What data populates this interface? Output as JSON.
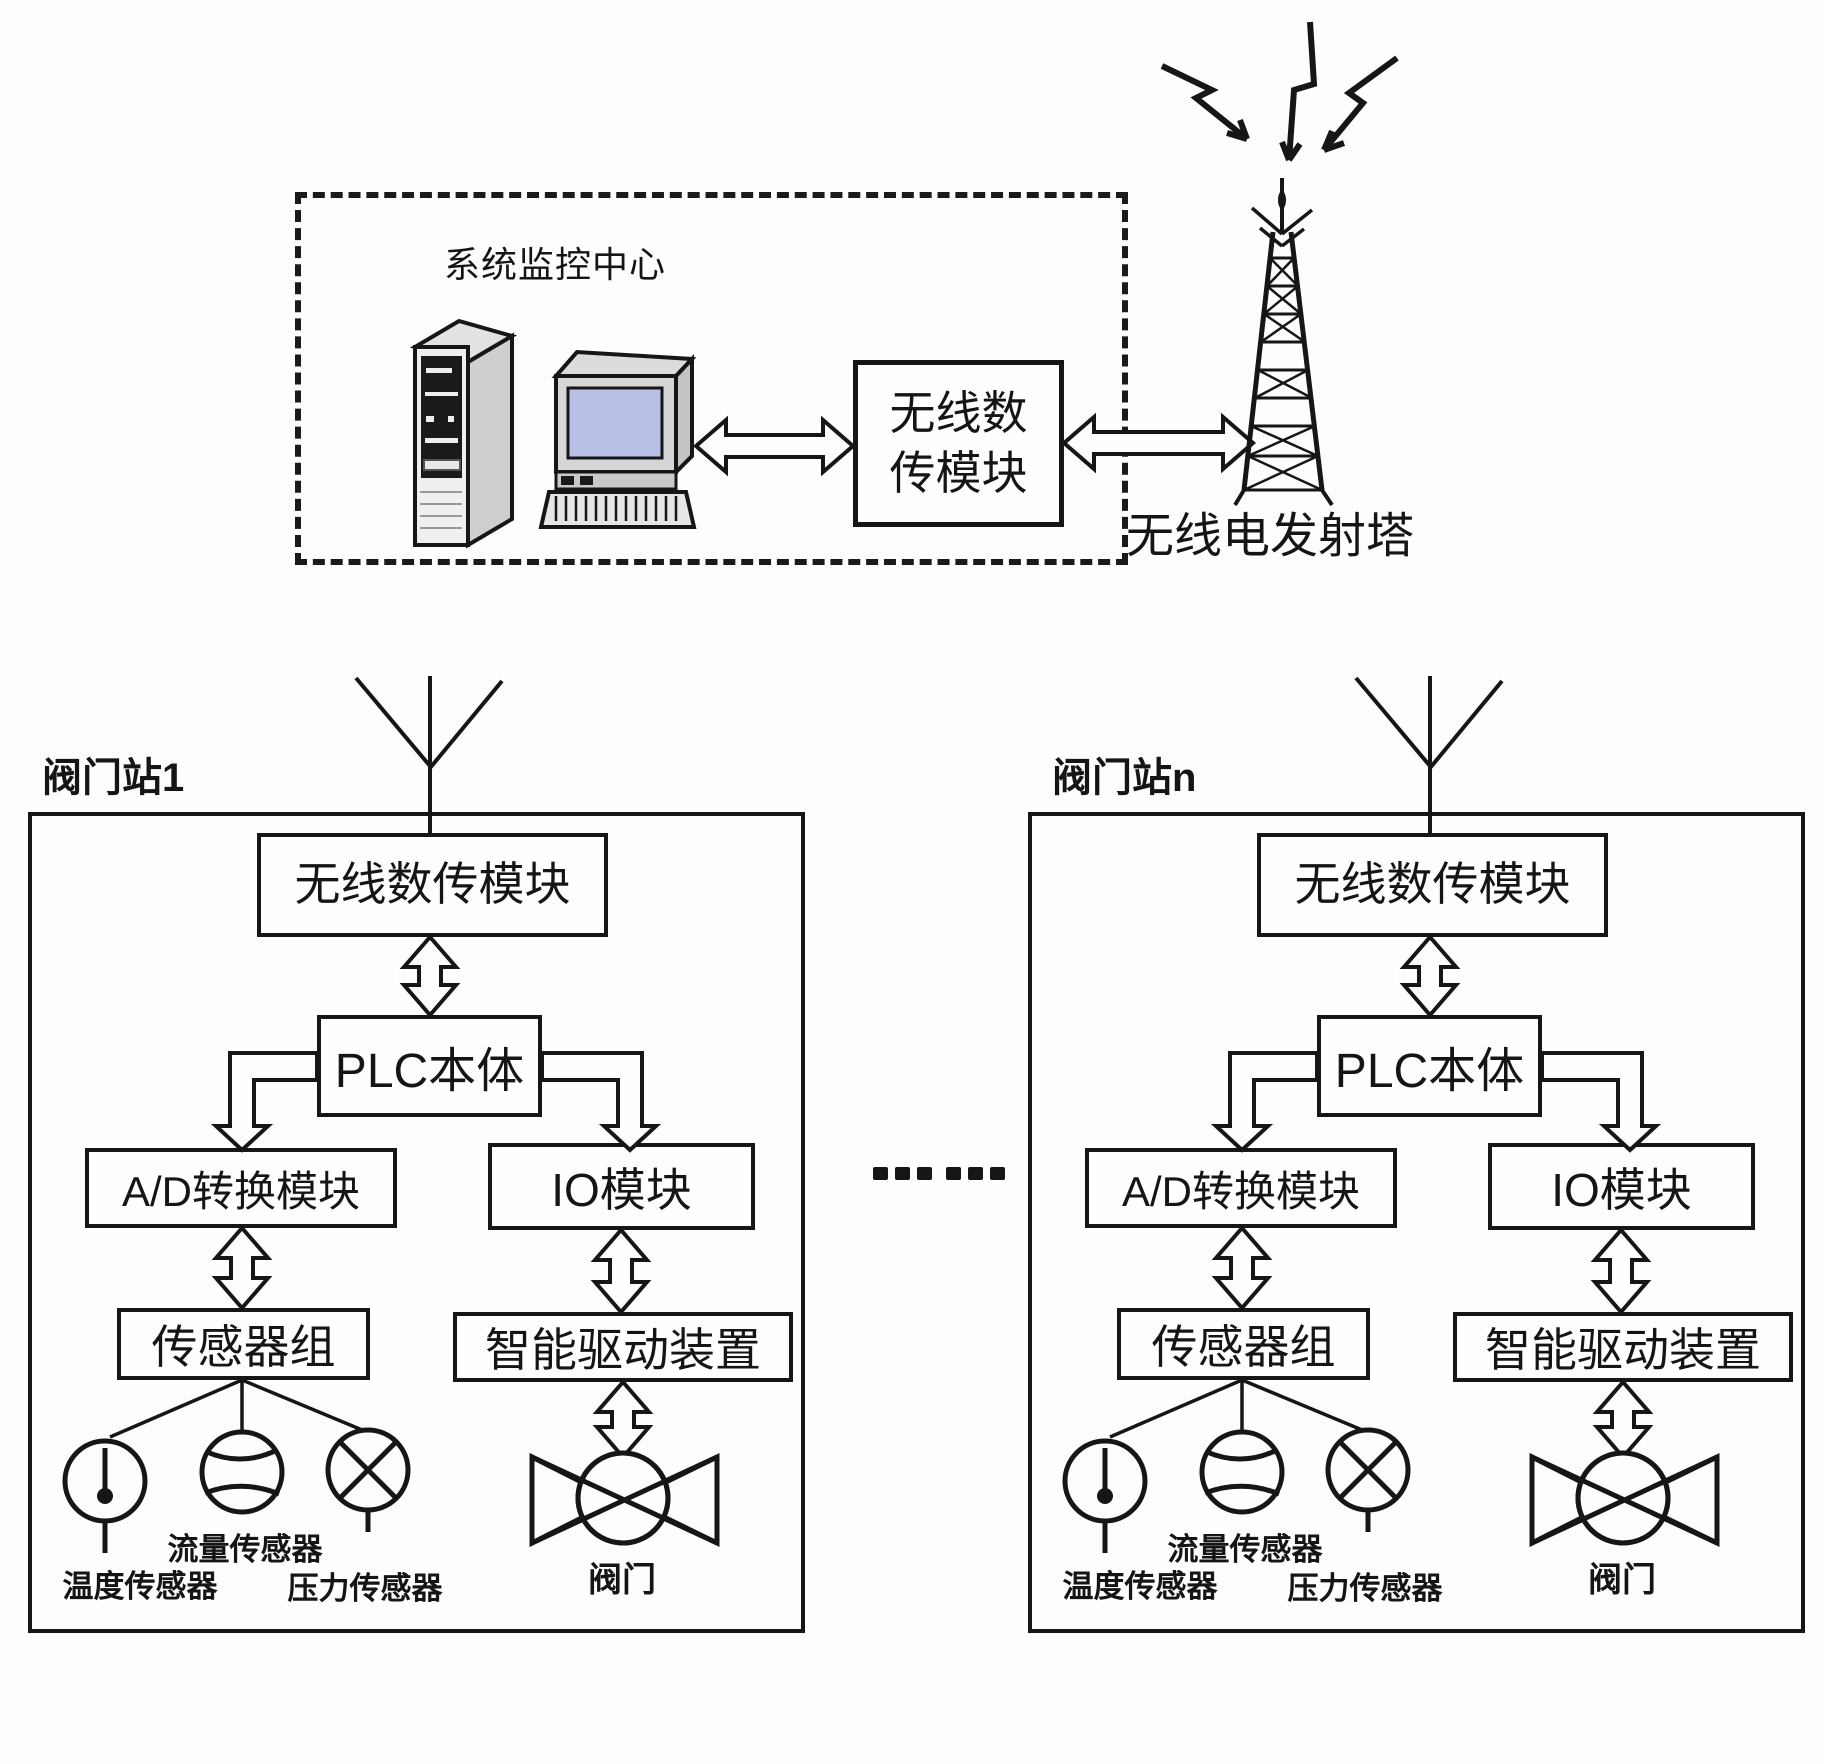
{
  "colors": {
    "ink": "#161616",
    "background": "#fdfdfd",
    "screen_blue": "#b9c0e8",
    "panel_gray": "#d6d6d6"
  },
  "monitoring_center": {
    "title": "系统监控中心",
    "wireless_module_line1": "无线数",
    "wireless_module_line2": "传模块",
    "tower_label": "无线电发射塔"
  },
  "stations": [
    {
      "name": "阀门站1",
      "wireless_module": "无线数传模块",
      "plc": "PLC本体",
      "ad_module": "A/D转换模块",
      "io_module": "IO模块",
      "sensor_group": "传感器组",
      "smart_drive": "智能驱动装置",
      "flow_sensor": "流量传感器",
      "temperature_sensor": "温度传感器",
      "pressure_sensor": "压力传感器",
      "valve": "阀门"
    },
    {
      "name": "阀门站n",
      "wireless_module": "无线数传模块",
      "plc": "PLC本体",
      "ad_module": "A/D转换模块",
      "io_module": "IO模块",
      "sensor_group": "传感器组",
      "smart_drive": "智能驱动装置",
      "flow_sensor": "流量传感器",
      "temperature_sensor": "温度传感器",
      "pressure_sensor": "压力传感器",
      "valve": "阀门"
    }
  ],
  "icons": {
    "server-tower-icon": "3d-computer-tower",
    "desktop-computer-icon": "crt-monitor-with-keyboard",
    "radio-tower-icon": "lattice-antenna-tower",
    "lightning-bolts-icon": "zigzag-radio-waves",
    "antenna-icon": "v-whip-antenna",
    "double-arrow-icon": "hollow-double-headed-arrow",
    "temperature-sensor-icon": "circle-thermometer",
    "flow-sensor-icon": "circle-with-arcs",
    "pressure-sensor-icon": "circle-with-cross",
    "valve-icon": "bowtie-globe-valve",
    "ellipsis-icon": "dashed-continuation"
  }
}
